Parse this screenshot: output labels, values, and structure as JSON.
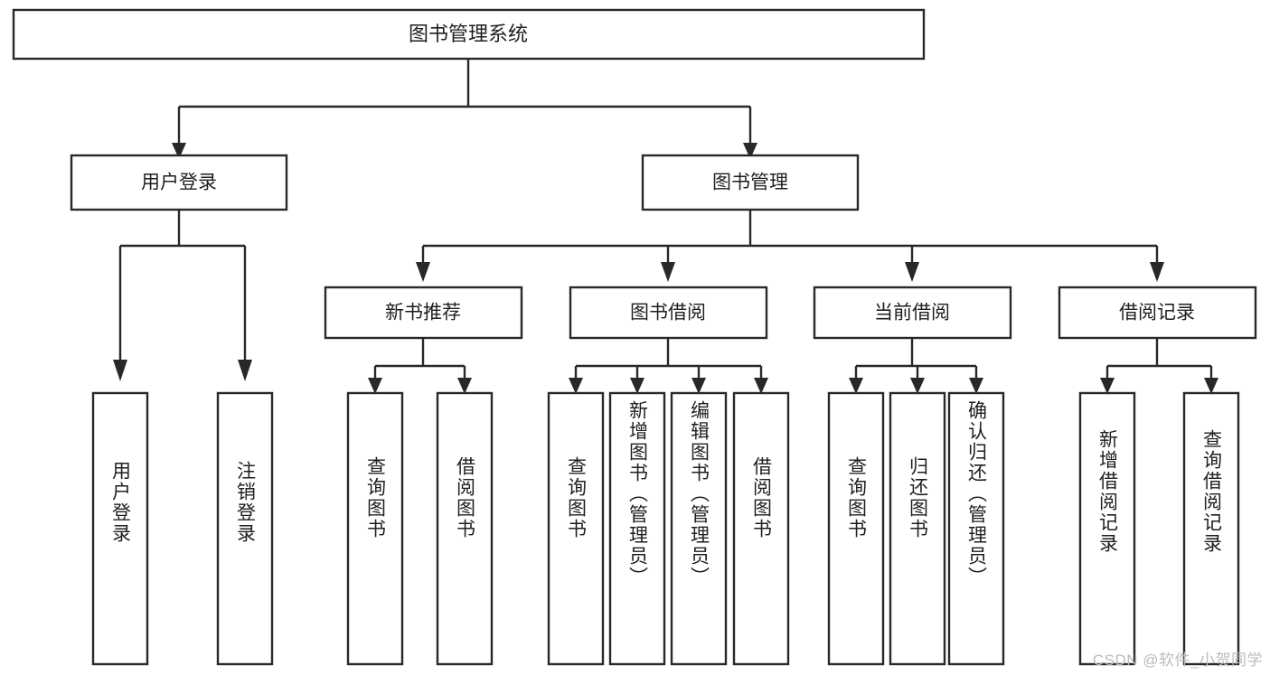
{
  "diagram": {
    "type": "tree-hierarchy",
    "title": "图书管理系统",
    "watermark": "CSDN @软件_小贺同学",
    "colors": {
      "stroke": "#26282a",
      "box_fill": "#ffffff",
      "text": "#1d1f21",
      "background": "#ffffff",
      "watermark": "#b9bbbd"
    },
    "root": {
      "label": "图书管理系统"
    },
    "level2": [
      {
        "label": "用户登录"
      },
      {
        "label": "图书管理"
      }
    ],
    "level3": [
      {
        "label": "新书推荐"
      },
      {
        "label": "图书借阅"
      },
      {
        "label": "当前借阅"
      },
      {
        "label": "借阅记录"
      }
    ],
    "leaves": {
      "user_login": [
        {
          "label": "用户登录"
        },
        {
          "label": "注销登录"
        }
      ],
      "new_book_recommend": [
        {
          "label": "查询图书"
        },
        {
          "label": "借阅图书"
        }
      ],
      "book_borrow": [
        {
          "label": "查询图书"
        },
        {
          "label": "新增图书（管理员）"
        },
        {
          "label": "编辑图书（管理员）"
        },
        {
          "label": "借阅图书"
        }
      ],
      "current_borrow": [
        {
          "label": "查询图书"
        },
        {
          "label": "归还图书"
        },
        {
          "label": "确认归还（管理员）"
        }
      ],
      "borrow_record": [
        {
          "label": "新增借阅记录"
        },
        {
          "label": "查询借阅记录"
        }
      ]
    },
    "edges": [
      {
        "from": "图书管理系统",
        "to": "用户登录"
      },
      {
        "from": "图书管理系统",
        "to": "图书管理"
      },
      {
        "from": "用户登录",
        "to": "用户登录"
      },
      {
        "from": "用户登录",
        "to": "注销登录"
      },
      {
        "from": "图书管理",
        "to": "新书推荐"
      },
      {
        "from": "图书管理",
        "to": "图书借阅"
      },
      {
        "from": "图书管理",
        "to": "当前借阅"
      },
      {
        "from": "图书管理",
        "to": "借阅记录"
      },
      {
        "from": "新书推荐",
        "to": "查询图书"
      },
      {
        "from": "新书推荐",
        "to": "借阅图书"
      },
      {
        "from": "图书借阅",
        "to": "查询图书"
      },
      {
        "from": "图书借阅",
        "to": "新增图书（管理员）"
      },
      {
        "from": "图书借阅",
        "to": "编辑图书（管理员）"
      },
      {
        "from": "图书借阅",
        "to": "借阅图书"
      },
      {
        "from": "当前借阅",
        "to": "查询图书"
      },
      {
        "from": "当前借阅",
        "to": "归还图书"
      },
      {
        "from": "当前借阅",
        "to": "确认归还（管理员）"
      },
      {
        "from": "借阅记录",
        "to": "新增借阅记录"
      },
      {
        "from": "借阅记录",
        "to": "查询借阅记录"
      }
    ]
  }
}
